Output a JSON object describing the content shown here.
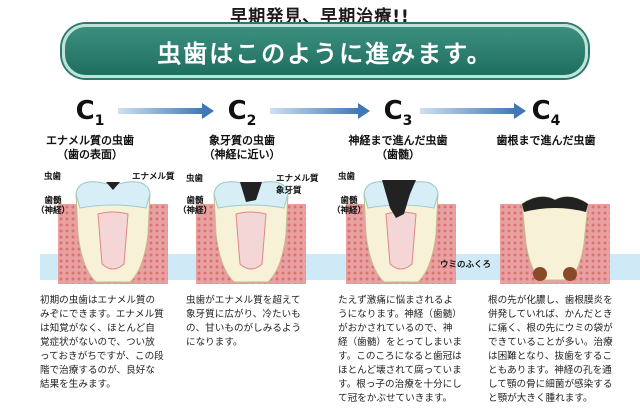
{
  "header": {
    "tagline": "早期発見、早期治療!!",
    "banner": "虫歯はこのように進みます。"
  },
  "stages": [
    {
      "code": "C",
      "num": "1",
      "title_l1": "エナメル質の虫歯",
      "title_l2": "（歯の表面）",
      "labels": [
        "虫歯",
        "エナメル質",
        "歯髄",
        "（神経）"
      ],
      "description": "初期の虫歯はエナメル質のみぞにできます。エナメル質は知覚がなく、ほとんど自覚症状がないので、つい放っておきがちですが、この段階で治療するのが、良好な結果を生みます。"
    },
    {
      "code": "C",
      "num": "2",
      "title_l1": "象牙質の虫歯",
      "title_l2": "（神経に近い）",
      "labels": [
        "虫歯",
        "エナメル質",
        "象牙質",
        "歯髄",
        "（神経）"
      ],
      "description": "虫歯がエナメル質を超えて象牙質に広がり、冷たいもの、甘いものがしみるようになります。"
    },
    {
      "code": "C",
      "num": "3",
      "title_l1": "神経まで進んだ虫歯",
      "title_l2": "（歯髄）",
      "labels": [
        "虫歯",
        "歯髄",
        "（神経）"
      ],
      "description": "たえず激痛に悩まされるようになります。神経（歯髄）がおかされているので、神経（歯髄）をとってしまいます。このころになると歯冠はほとんど壊されて腐っています。根っ子の治療を十分にして冠をかぶせていきます。"
    },
    {
      "code": "C",
      "num": "4",
      "title_l1": "歯根まで進んだ虫歯",
      "title_l2": "",
      "labels": [
        "ウミのふくろ"
      ],
      "description": "根の先が化膿し、歯根膜炎を併発していれば、かんだときに痛く、根の先にウミの袋ができていることが多い。治療は困難となり、抜歯をすることもあります。神経の孔を通して顎の骨に細菌が感染すると顎が大きく腫れます。"
    }
  ]
}
